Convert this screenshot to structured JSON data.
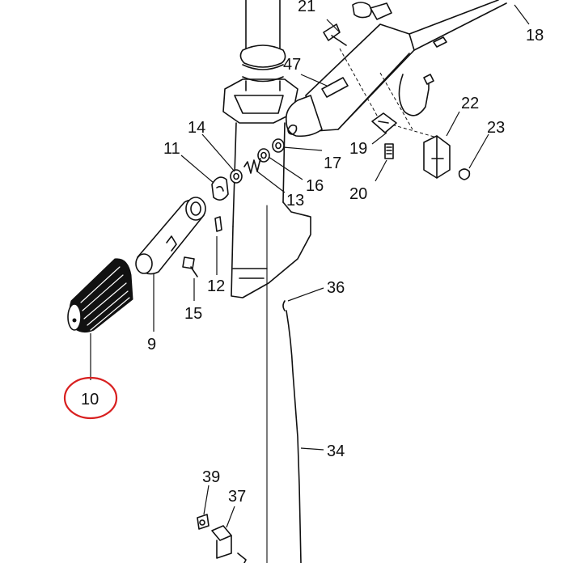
{
  "labels": {
    "p9": "9",
    "p10": "10",
    "p11": "11",
    "p12": "12",
    "p13": "13",
    "p14": "14",
    "p15": "15",
    "p16": "16",
    "p17": "17",
    "p18": "18",
    "p19": "19",
    "p20": "20",
    "p21": "21",
    "p22": "22",
    "p23": "23",
    "p34": "34",
    "p36": "36",
    "p37": "37",
    "p39": "39",
    "p47": "47"
  },
  "highlight": {
    "part": "10",
    "color": "#d81f1f"
  }
}
